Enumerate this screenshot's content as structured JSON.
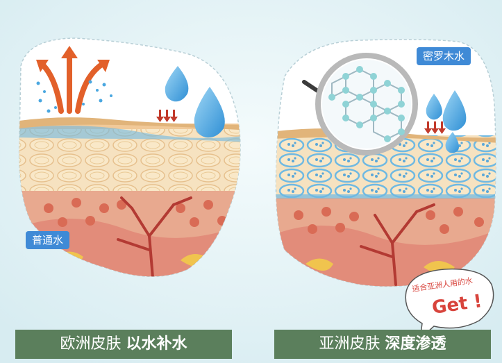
{
  "left_panel": {
    "tag": "普通水",
    "banner_normal": "欧洲皮肤",
    "banner_bold": "以水补水"
  },
  "right_panel": {
    "tag": "密罗木水",
    "banner_normal": "亚洲皮肤",
    "banner_bold": "深度渗透"
  },
  "callout": {
    "line1": "适合亚洲人用的水",
    "line2": "Get !"
  },
  "colors": {
    "tag_blue": "#3f8ad6",
    "banner_green": "#5b7f5c",
    "water_blue": "#4aa7e0",
    "arrow_orange": "#e2602a",
    "callout_red": "#d8443c"
  }
}
